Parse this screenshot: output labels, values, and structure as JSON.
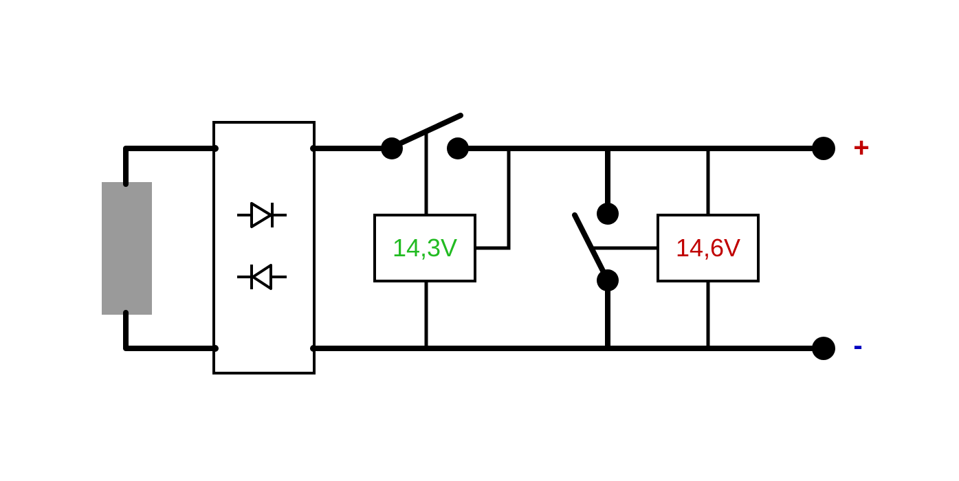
{
  "relay_low": {
    "label": "14,3V",
    "color": "#22bb22"
  },
  "relay_high": {
    "label": "14,6V",
    "color": "#c00000"
  },
  "terminal_positive": {
    "label": "+",
    "color": "#c00000"
  },
  "terminal_negative": {
    "label": "-",
    "color": "#0000c0"
  },
  "generator_color": "#9a9a9a",
  "wire_color": "#000000",
  "diode_count": 2
}
